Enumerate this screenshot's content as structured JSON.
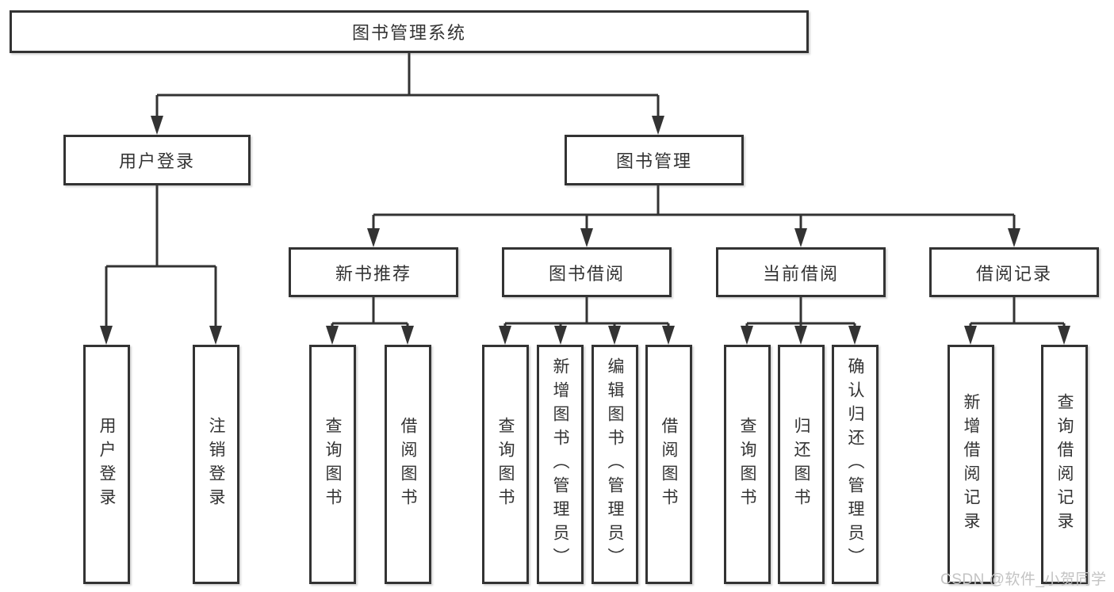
{
  "tree": {
    "root": {
      "label": "图书管理系统"
    },
    "branches": [
      {
        "label": "用户登录",
        "children": [
          {
            "label": "用户登录"
          },
          {
            "label": "注销登录"
          }
        ]
      },
      {
        "label": "图书管理",
        "children": [
          {
            "label": "新书推荐",
            "children": [
              {
                "label": "查询图书"
              },
              {
                "label": "借阅图书"
              }
            ]
          },
          {
            "label": "图书借阅",
            "children": [
              {
                "label": "查询图书"
              },
              {
                "label": "新增图书（管理员）"
              },
              {
                "label": "编辑图书（管理员）"
              },
              {
                "label": "借阅图书"
              }
            ]
          },
          {
            "label": "当前借阅",
            "children": [
              {
                "label": "查询图书"
              },
              {
                "label": "归还图书"
              },
              {
                "label": "确认归还（管理员）"
              }
            ]
          },
          {
            "label": "借阅记录",
            "children": [
              {
                "label": "新增借阅记录"
              },
              {
                "label": "查询借阅记录"
              }
            ]
          }
        ]
      }
    ]
  },
  "watermark": {
    "text": "CSDN @软件_小贺同学"
  },
  "colors": {
    "line": "#333333",
    "box_border": "#333333",
    "text": "#333333",
    "background": "#ffffff",
    "watermark": "#c3c3c3"
  }
}
